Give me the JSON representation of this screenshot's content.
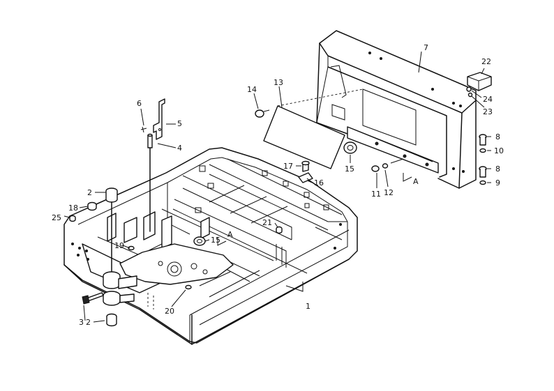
{
  "callouts": [
    {
      "id": "c1",
      "text": "1"
    },
    {
      "id": "c2a",
      "text": "2"
    },
    {
      "id": "c2b",
      "text": "2"
    },
    {
      "id": "c3",
      "text": "3"
    },
    {
      "id": "c4",
      "text": "4"
    },
    {
      "id": "c5",
      "text": "5"
    },
    {
      "id": "c6",
      "text": "6"
    },
    {
      "id": "c7",
      "text": "7"
    },
    {
      "id": "c8a",
      "text": "8"
    },
    {
      "id": "c8b",
      "text": "8"
    },
    {
      "id": "c9",
      "text": "9"
    },
    {
      "id": "c10",
      "text": "10"
    },
    {
      "id": "c11",
      "text": "11"
    },
    {
      "id": "c12",
      "text": "12"
    },
    {
      "id": "c13",
      "text": "13"
    },
    {
      "id": "c14",
      "text": "14"
    },
    {
      "id": "c15a",
      "text": "15"
    },
    {
      "id": "c15b",
      "text": "15"
    },
    {
      "id": "c16",
      "text": "16"
    },
    {
      "id": "c17",
      "text": "17"
    },
    {
      "id": "c18",
      "text": "18"
    },
    {
      "id": "c19",
      "text": "19"
    },
    {
      "id": "c20",
      "text": "20"
    },
    {
      "id": "c21",
      "text": "21"
    },
    {
      "id": "c22",
      "text": "22"
    },
    {
      "id": "c23",
      "text": "23"
    },
    {
      "id": "c24",
      "text": "24"
    },
    {
      "id": "c25",
      "text": "25"
    }
  ],
  "section_marks": [
    {
      "id": "a1",
      "text": "A"
    },
    {
      "id": "a2",
      "text": "A"
    }
  ]
}
